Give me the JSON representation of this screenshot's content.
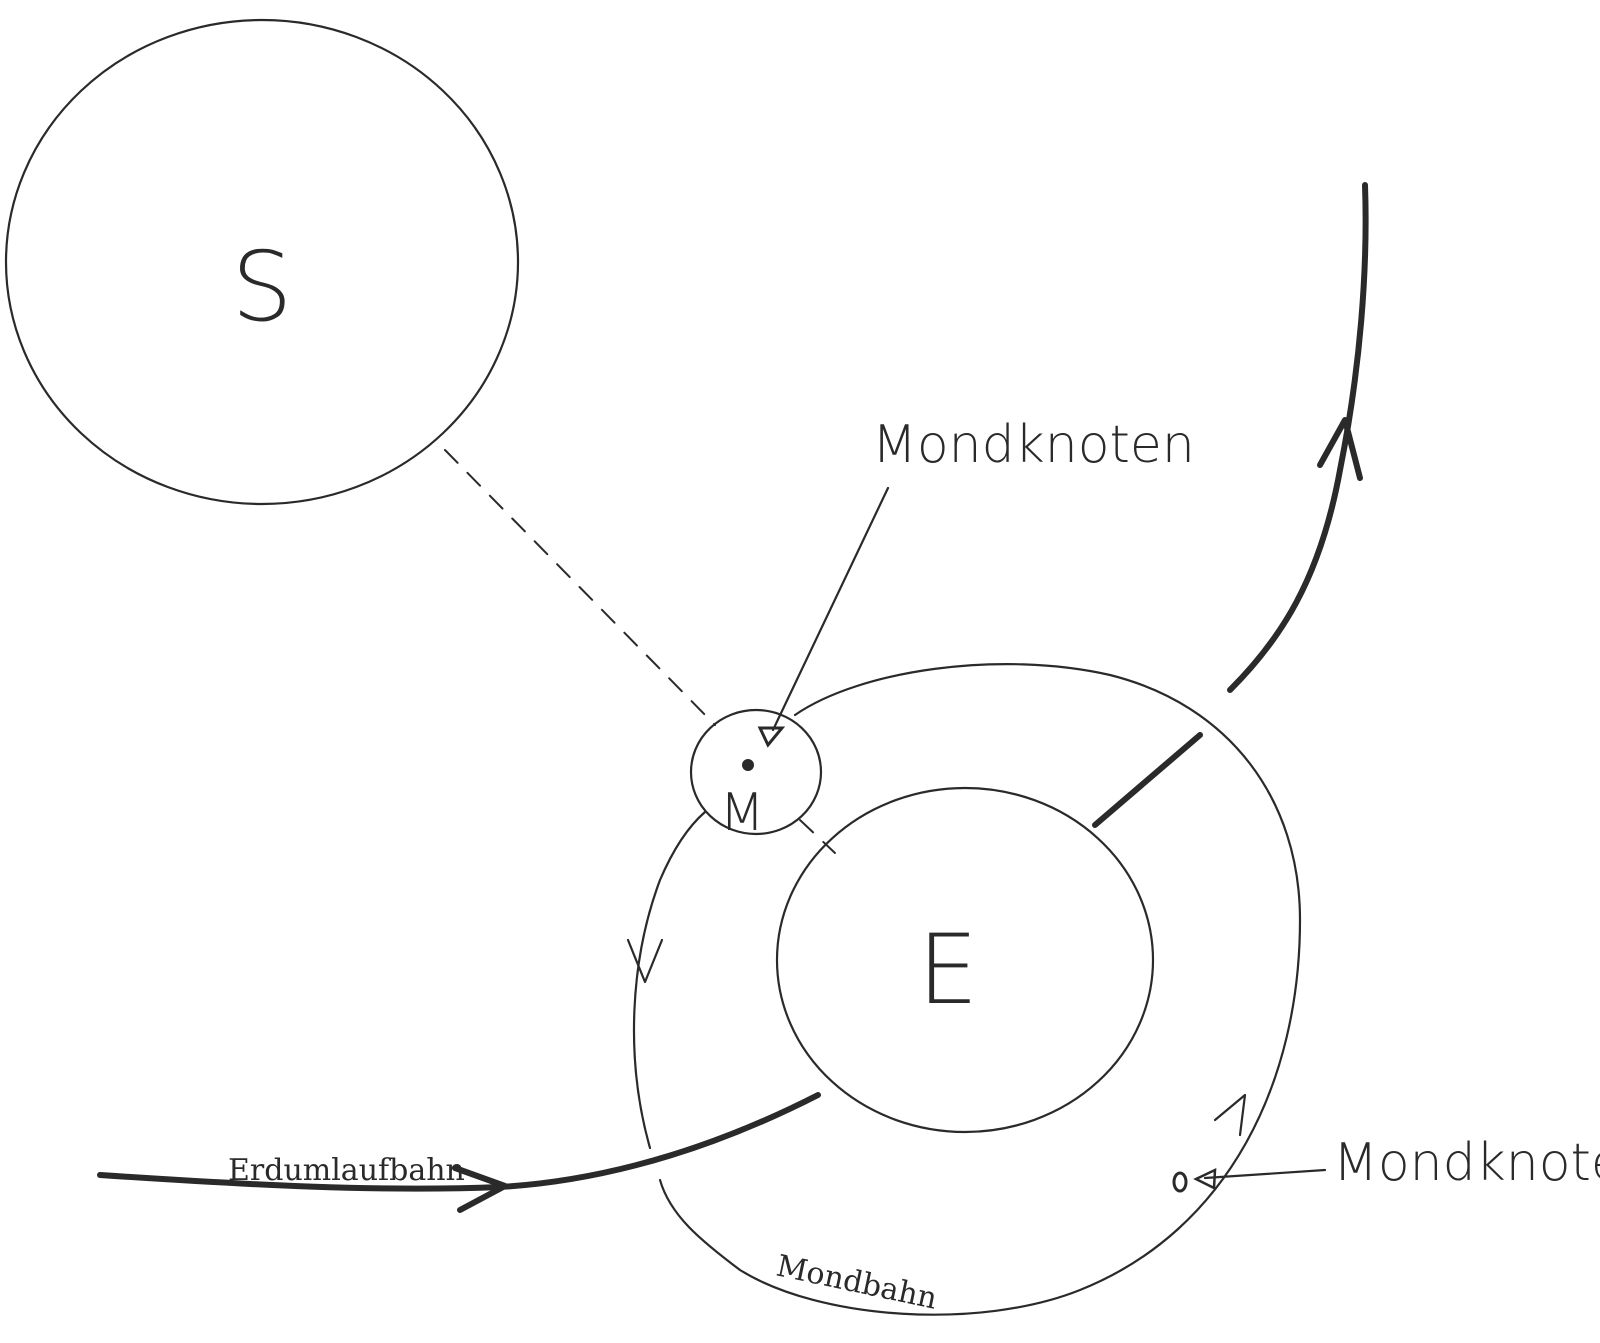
{
  "bodies": {
    "sun_label": "S",
    "earth_label": "E",
    "moon_label": "M"
  },
  "labels": {
    "node_top": "Mondknoten",
    "node_bottom": "Mondknoten",
    "earth_orbit": "Erdumlaufbahn",
    "moon_orbit": "Mondbahn"
  },
  "colors": {
    "ink": "#2a2a2a",
    "background": "#ffffff"
  }
}
